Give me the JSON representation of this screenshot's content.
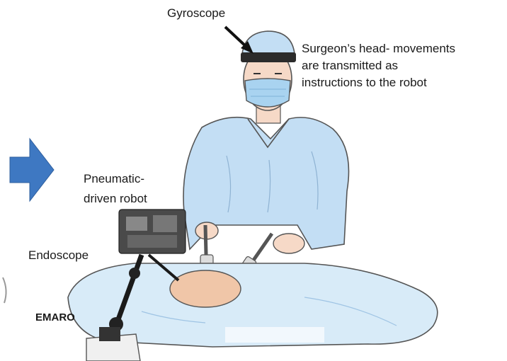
{
  "labels": {
    "gyroscope": "Gyroscope",
    "head_note_line1": "Surgeon’s head- movements",
    "head_note_line2": "are transmitted as",
    "head_note_line3": "instructions to the robot",
    "robot_line1": "Pneumatic-",
    "robot_line2": "driven robot",
    "endoscope": "Endoscope",
    "emaro": "EMARO"
  },
  "colors": {
    "gown": "#c3def4",
    "gown_dark": "#9fc4e4",
    "drape": "#d8ebf8",
    "skin": "#f6d9c7",
    "patient": "#f0c6a8",
    "arrow": "#3e78c2",
    "outline": "#555555"
  }
}
